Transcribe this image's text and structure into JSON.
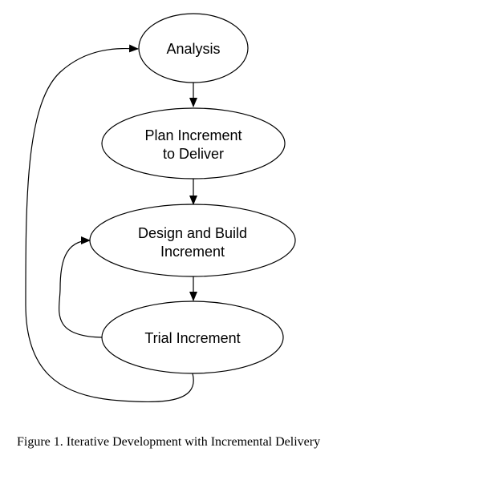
{
  "nodes": {
    "analysis": {
      "lines": [
        "Analysis"
      ]
    },
    "plan": {
      "lines": [
        "Plan Increment",
        "to Deliver"
      ]
    },
    "design": {
      "lines": [
        "Design and Build",
        "Increment"
      ]
    },
    "trial": {
      "lines": [
        "Trial Increment"
      ]
    }
  },
  "edges": [
    {
      "from": "analysis",
      "to": "plan"
    },
    {
      "from": "plan",
      "to": "design"
    },
    {
      "from": "design",
      "to": "trial"
    },
    {
      "from": "trial",
      "to": "design"
    },
    {
      "from": "trial",
      "to": "analysis"
    }
  ],
  "caption": "Figure 1. Iterative Development with Incremental Delivery"
}
